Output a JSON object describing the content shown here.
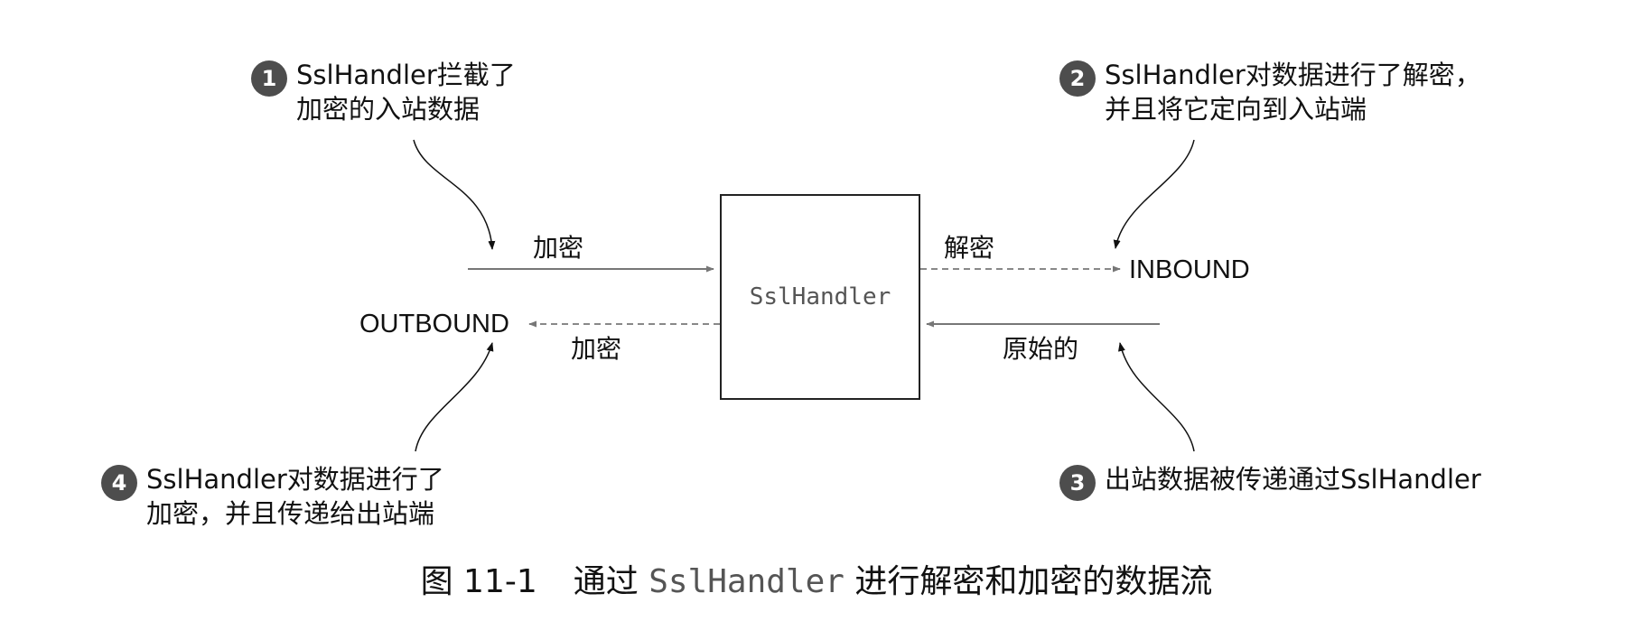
{
  "diagram": {
    "box_label": "SslHandler",
    "edges": {
      "top_left_label": "加密",
      "top_right_label": "解密",
      "bottom_left_label": "加密",
      "bottom_right_label": "原始的"
    },
    "ports": {
      "inbound": "INBOUND",
      "outbound": "OUTBOUND"
    },
    "callouts": [
      {
        "number": "1",
        "lines": [
          "SslHandler拦截了",
          "加密的入站数据"
        ]
      },
      {
        "number": "2",
        "lines": [
          "SslHandler对数据进行了解密，",
          "并且将它定向到入站端"
        ]
      },
      {
        "number": "3",
        "lines": [
          "出站数据被传递通过SslHandler"
        ]
      },
      {
        "number": "4",
        "lines": [
          "SslHandler对数据进行了",
          "加密，并且传递给出站端"
        ]
      }
    ]
  },
  "caption": {
    "figure_number": "图 11-1",
    "text_before": "通过 ",
    "code": "SslHandler",
    "text_after": " 进行解密和加密的数据流"
  }
}
